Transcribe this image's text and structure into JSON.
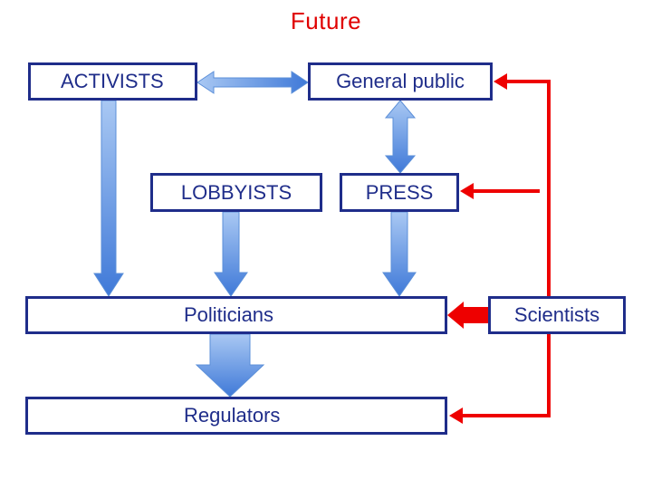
{
  "title": "Future",
  "boxes": {
    "activists": "ACTIVISTS",
    "public": "General public",
    "lobbyists": "LOBBYISTS",
    "press": "PRESS",
    "politicians": "Politicians",
    "regulators": "Regulators",
    "scientists": "Scientists"
  },
  "colors": {
    "title": "#e00000",
    "box_border": "#1f2d8a",
    "text": "#1f2d8a",
    "blue_arrow_light": "#a9c8f3",
    "blue_arrow_dark": "#3f79d8",
    "red_connector": "#ee0000"
  }
}
